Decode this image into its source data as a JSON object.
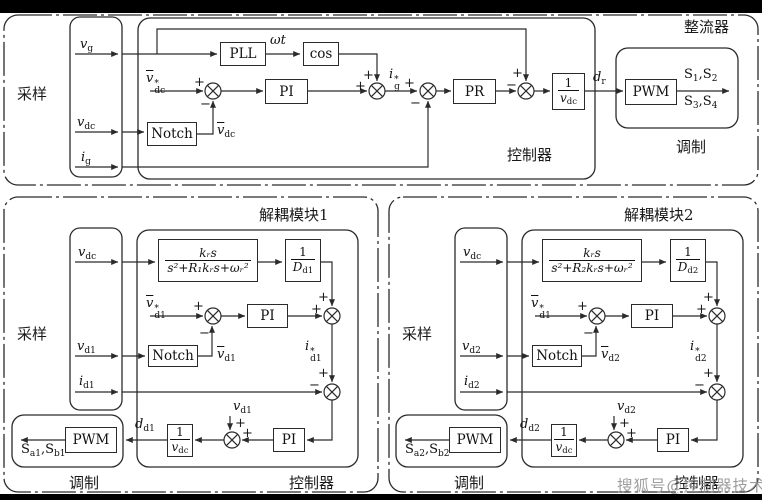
{
  "colors": {
    "ink": "#2b2b2b",
    "watermark": "#8e8e8e"
  },
  "signs": {
    "plus": "+",
    "minus": "−"
  },
  "watermark": {
    "text": "搜狐号@控制器技术"
  },
  "top": {
    "panel_title": "整流器",
    "sampling_label": "采样",
    "controller_label": "控制器",
    "modulation_label": "调制",
    "sig_vg": {
      "b": "v",
      "s": "g"
    },
    "sig_vdc": {
      "b": "v",
      "s": "dc"
    },
    "sig_ig": {
      "b": "i",
      "s": "g"
    },
    "blk_pll": "PLL",
    "lbl_omega_t": "ωt",
    "blk_cos": "cos",
    "blk_pi": "PI",
    "blk_pr": "PR",
    "blk_notch": "Notch",
    "blk_pwm": "PWM",
    "lbl_vdc_ref": {
      "b": "v",
      "sup": "*",
      "s": "dc"
    },
    "lbl_vdc_bar": {
      "b": "v",
      "s": "dc"
    },
    "lbl_ig_ref": {
      "b": "i",
      "sup": "*",
      "s": "g"
    },
    "lbl_dr": {
      "b": "d",
      "s": "r"
    },
    "gain": {
      "num": "1",
      "den_b": "v",
      "den_s": "dc"
    },
    "out_s12": {
      "p1": "S",
      "s1": "1",
      "p2": ",S",
      "s2": "2"
    },
    "out_s34": {
      "p1": "S",
      "s1": "3",
      "p2": ",S",
      "s2": "4"
    }
  },
  "left": {
    "panel_title": "解耦模块1",
    "sampling_label": "采样",
    "controller_label": "控制器",
    "modulation_label": "调制",
    "sig_vdc": {
      "b": "v",
      "s": "dc"
    },
    "sig_vd": {
      "b": "v",
      "s": "d1"
    },
    "sig_id": {
      "b": "i",
      "s": "d1"
    },
    "tf": {
      "num": "kᵣs",
      "den": "s²+R₁kᵣs+ωᵣ²"
    },
    "inv_d": {
      "num": "1",
      "den_b": "D",
      "den_s": "d1"
    },
    "lbl_vd_ref": {
      "b": "v",
      "sup": "*",
      "s": "d1"
    },
    "blk_pi1": "PI",
    "blk_notch": "Notch",
    "blk_pi2": "PI",
    "blk_pwm": "PWM",
    "lbl_vd_bar": {
      "b": "v",
      "s": "d1"
    },
    "lbl_id_ref": {
      "b": "i",
      "sup": "*",
      "s": "d1"
    },
    "lbl_vd_inj": {
      "b": "v",
      "s": "d1"
    },
    "lbl_dd": {
      "b": "d",
      "s": "d1"
    },
    "gain": {
      "num": "1",
      "den_b": "v",
      "den_s": "dc"
    },
    "out": {
      "p1": "S",
      "s1": "a1",
      "p2": ",S",
      "s2": "b1"
    }
  },
  "right": {
    "panel_title": "解耦模块2",
    "sampling_label": "采样",
    "controller_label": "控制器",
    "modulation_label": "调制",
    "sig_vdc": {
      "b": "v",
      "s": "dc"
    },
    "sig_vd": {
      "b": "v",
      "s": "d2"
    },
    "sig_id": {
      "b": "i",
      "s": "d2"
    },
    "tf": {
      "num": "kᵣs",
      "den": "s²+R₂kᵣs+ωᵣ²"
    },
    "inv_d": {
      "num": "1",
      "den_b": "D",
      "den_s": "d2"
    },
    "lbl_vd_ref": {
      "b": "v",
      "sup": "*",
      "s": "d1"
    },
    "blk_pi1": "PI",
    "blk_notch": "Notch",
    "blk_pi2": "PI",
    "blk_pwm": "PWM",
    "lbl_vd_bar": {
      "b": "v",
      "s": "d2"
    },
    "lbl_id_ref": {
      "b": "i",
      "sup": "*",
      "s": "d2"
    },
    "lbl_vd_inj": {
      "b": "v",
      "s": "d2"
    },
    "lbl_dd": {
      "b": "d",
      "s": "d2"
    },
    "gain": {
      "num": "1",
      "den_b": "v",
      "den_s": "dc"
    },
    "out": {
      "p1": "S",
      "s1": "a2",
      "p2": ",S",
      "s2": "b2"
    }
  }
}
